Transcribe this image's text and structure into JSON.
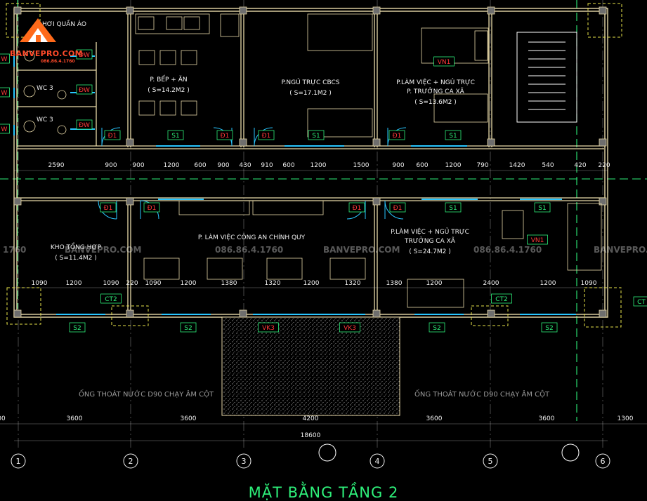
{
  "drawing_title": "MẶT BẰNG TẦNG 2",
  "watermark": {
    "brand": "BANVEPRO.COM",
    "phone": "086.86.4.1760",
    "band_texts": [
      "1760",
      "BANVEPRO.COM",
      "086.86.4.1760",
      "BANVEPRO.COM",
      "086.86.4.1760",
      "BANVEPRO."
    ]
  },
  "rooms": [
    {
      "name": "HƠI QUẦN ÁO"
    },
    {
      "name": "WC 3"
    },
    {
      "name": "WC 3"
    },
    {
      "name": "P. BẾP + ĂN",
      "area": "( S=14.2M2 )"
    },
    {
      "name": "P.NGỦ TRỰC CBCS",
      "area": "( S=17.1M2 )"
    },
    {
      "name": "P.LÀM VIỆC + NGỦ TRỰC",
      "name2": "P. TRƯỞNG CA XÃ",
      "area": "( S=13.6M2 )"
    },
    {
      "name": "KHO TỔNG HỢP",
      "area": "( S=11.4M2 )"
    },
    {
      "name": "P. LÀM VIỆC CÔNG AN CHÍNH QUY"
    },
    {
      "name": "P.LÀM VIỆC + NGỦ TRỰC",
      "name2": "TRƯỞNG CA XÃ",
      "area": "( S=24.7M2 )"
    }
  ],
  "tags": {
    "dw": "ĐW",
    "d1": "Đ1",
    "s1": "S1",
    "s2": "S2",
    "ct2": "CT2",
    "vk3": "VK3",
    "vn1": "VN1",
    "w": "W",
    "ct": "CT"
  },
  "dims_row_upper": [
    "2590",
    "900",
    "900",
    "1200",
    "600",
    "900",
    "430",
    "910",
    "600",
    "1200",
    "1500",
    "900",
    "600",
    "1200",
    "790",
    "1420",
    "540",
    "420",
    "220"
  ],
  "dims_row_lower": [
    "1090",
    "1200",
    "1090",
    "220",
    "1090",
    "1200",
    "1380",
    "1320",
    "1200",
    "1320",
    "1380",
    "1200",
    "2400",
    "1200",
    "1090"
  ],
  "dims_axes": [
    "00",
    "3600",
    "3600",
    "4200",
    "3600",
    "3600",
    "1300"
  ],
  "dim_total": "18600",
  "axis_labels": [
    "1",
    "2",
    "3",
    "4",
    "5",
    "6"
  ],
  "notes": [
    "ỐNG THOÁT NƯỚC D90 CHẠY ÂM CỘT",
    "ỐNG THOÁT NƯỚC D90 CHẠY ÂM CỘT"
  ],
  "colors": {
    "wall": "#e8d9a8",
    "yellow": "#e8e44a",
    "cyan": "#29c6ff",
    "green": "#2ef07a",
    "red": "#ff3a3a",
    "white": "#f2f2f2",
    "gray": "#9a9a9a"
  }
}
